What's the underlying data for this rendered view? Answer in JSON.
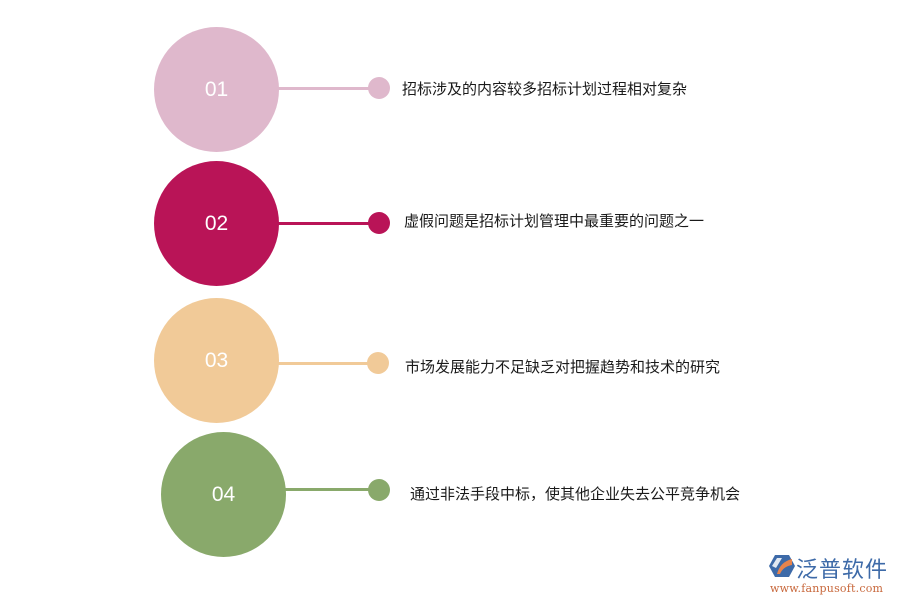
{
  "items": [
    {
      "number": "01",
      "text": "招标涉及的内容较多招标计划过程相对复杂",
      "color": "#dfb8cc"
    },
    {
      "number": "02",
      "text": "虚假问题是招标计划管理中最重要的问题之一",
      "color": "#b91457"
    },
    {
      "number": "03",
      "text": "市场发展能力不足缺乏对把握趋势和技术的研究",
      "color": "#f1ca98"
    },
    {
      "number": "04",
      "text": "通过非法手段中标，使其他企业失去公平竞争机会",
      "color": "#89a96b"
    }
  ],
  "logo": {
    "name": "泛普软件",
    "url": "www.fanpusoft.com",
    "brand_color": "#3d6aa8",
    "accent_color": "#e8844c"
  }
}
